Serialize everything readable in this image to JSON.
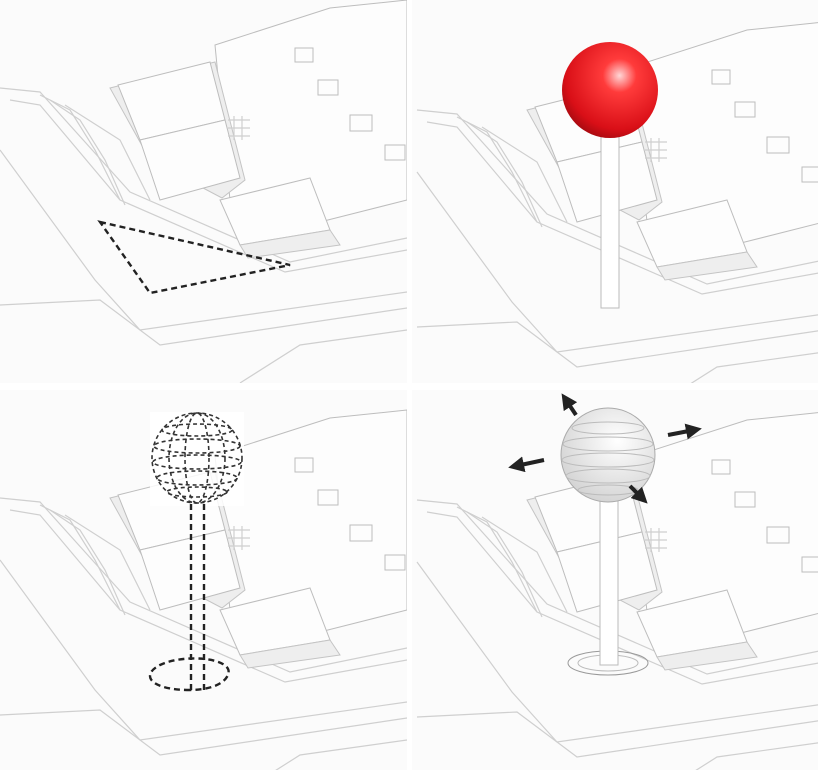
{
  "panels": [
    {
      "step": "site-area",
      "overlay": "dashed-triangle"
    },
    {
      "step": "red-sphere-on-pole",
      "overlay": "sphere",
      "sphere_color": "#e8121c"
    },
    {
      "step": "dashed-sphere-outline",
      "overlay": "dashed-sphere"
    },
    {
      "step": "white-banded-sphere",
      "overlay": "sphere-with-arrows",
      "sphere_color": "#f2f2f2"
    }
  ],
  "colors": {
    "background": "#ffffff",
    "line": "#bdbdbd",
    "dash": "#222222",
    "arrow": "#222222"
  }
}
